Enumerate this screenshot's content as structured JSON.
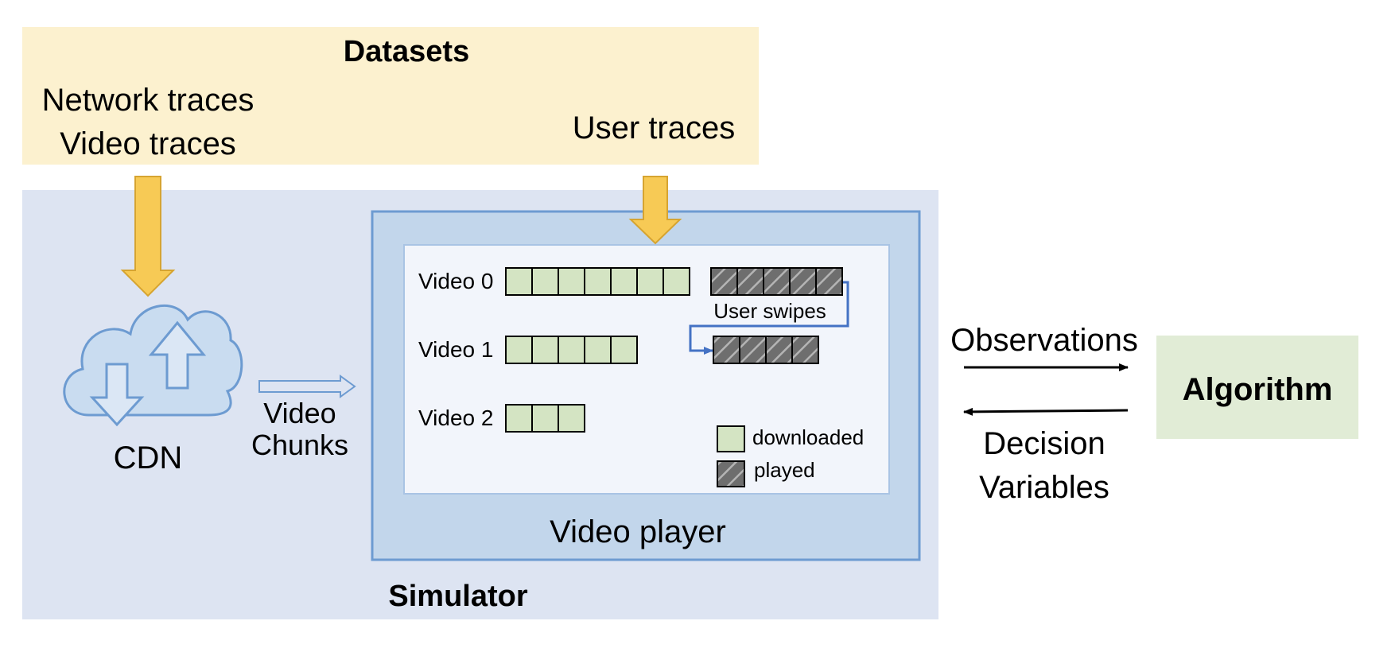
{
  "datasets": {
    "title": "Datasets",
    "network_traces": "Network traces",
    "video_traces": "Video traces",
    "user_traces": "User traces"
  },
  "simulator": {
    "title": "Simulator",
    "cdn_label": "CDN",
    "arrow_label_line1": "Video",
    "arrow_label_line2": "Chunks"
  },
  "player": {
    "title": "Video player",
    "videos": [
      {
        "label": "Video 0",
        "downloaded_chunks": 7,
        "played_chunks": 5
      },
      {
        "label": "Video 1",
        "downloaded_chunks": 5,
        "played_chunks": 4
      },
      {
        "label": "Video 2",
        "downloaded_chunks": 3,
        "played_chunks": 0
      }
    ],
    "swipe_label": "User swipes",
    "legend": {
      "downloaded": "downloaded",
      "played": "played"
    }
  },
  "interface": {
    "observations": "Observations",
    "decision_line1": "Decision",
    "decision_line2": "Variables"
  },
  "algorithm": {
    "title": "Algorithm"
  },
  "colors": {
    "datasets_bg": "#fcf1cf",
    "simulator_bg": "#dde4f2",
    "player_bg": "#c2d6eb",
    "player_border": "#6d9bd1",
    "inner_bg": "#f2f5fb",
    "downloaded": "#d4e4c3",
    "played": "#777777",
    "yellow_arrow": "#f7ca55",
    "swipe_line": "#4472c4",
    "algorithm_bg": "#e1ecd6"
  }
}
